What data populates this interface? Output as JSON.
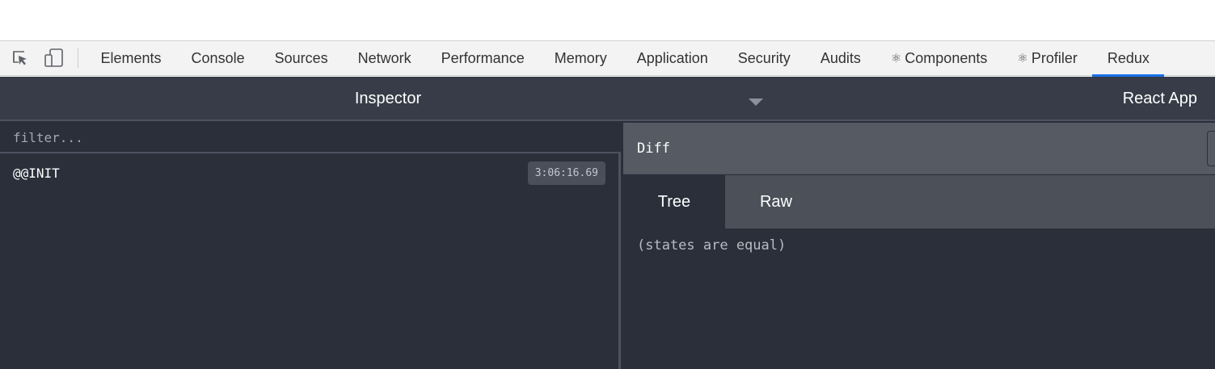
{
  "devtools": {
    "icons": [
      "inspect-element-icon",
      "device-toolbar-icon"
    ],
    "tabs": [
      {
        "label": "Elements"
      },
      {
        "label": "Console"
      },
      {
        "label": "Sources"
      },
      {
        "label": "Network"
      },
      {
        "label": "Performance"
      },
      {
        "label": "Memory"
      },
      {
        "label": "Application"
      },
      {
        "label": "Security"
      },
      {
        "label": "Audits"
      },
      {
        "label": "Components",
        "prefix": "⚛"
      },
      {
        "label": "Profiler",
        "prefix": "⚛"
      },
      {
        "label": "Redux"
      }
    ],
    "active_tab": "Redux",
    "accent_color": "#1a73e8"
  },
  "redux": {
    "monitor": "Inspector",
    "instance": "React App",
    "filter_placeholder": "filter...",
    "actions": [
      {
        "name": "@@INIT",
        "time": "3:06:16.69"
      }
    ],
    "detail_tab": "Diff",
    "view_tabs": [
      "Tree",
      "Raw"
    ],
    "selected_view": "Tree",
    "diff_message": "(states are equal)"
  }
}
